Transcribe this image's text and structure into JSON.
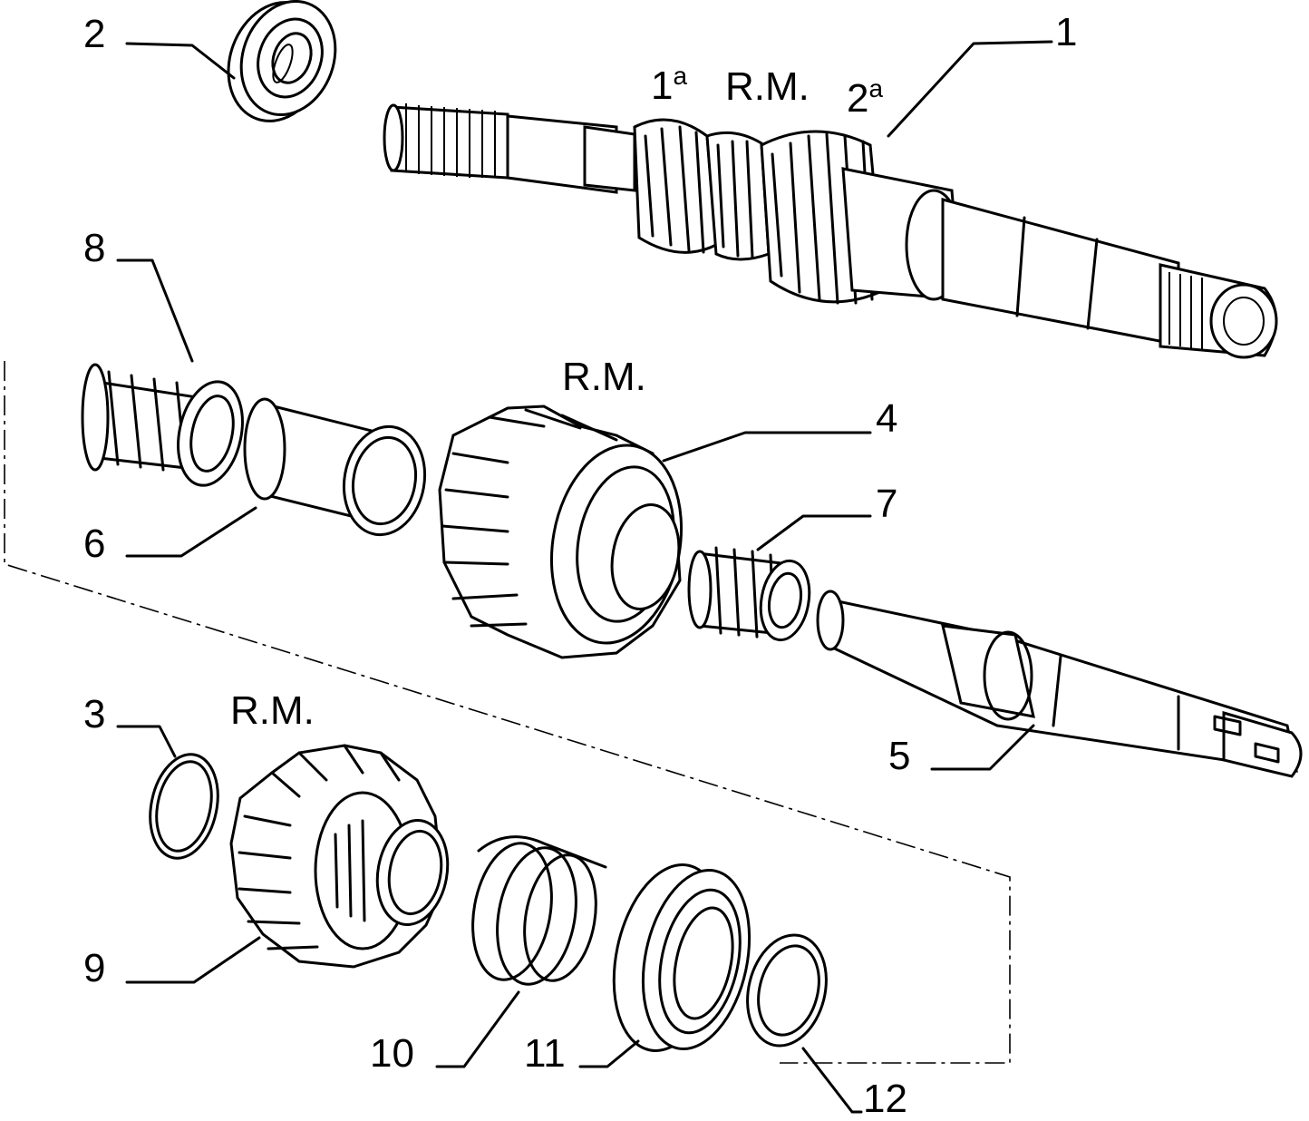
{
  "callouts": {
    "n1": "1",
    "n2": "2",
    "n3": "3",
    "n4": "4",
    "n5": "5",
    "n6": "6",
    "n7": "7",
    "n8": "8",
    "n9": "9",
    "n10": "10",
    "n11": "11",
    "n12": "12"
  },
  "annotations": {
    "rm_shaft": "R.M.",
    "rm_gear4": "R.M.",
    "rm_gear9": "R.M.",
    "first_gear_num": "1",
    "first_gear_sup": "a",
    "second_gear_num": "2",
    "second_gear_sup": "a"
  }
}
